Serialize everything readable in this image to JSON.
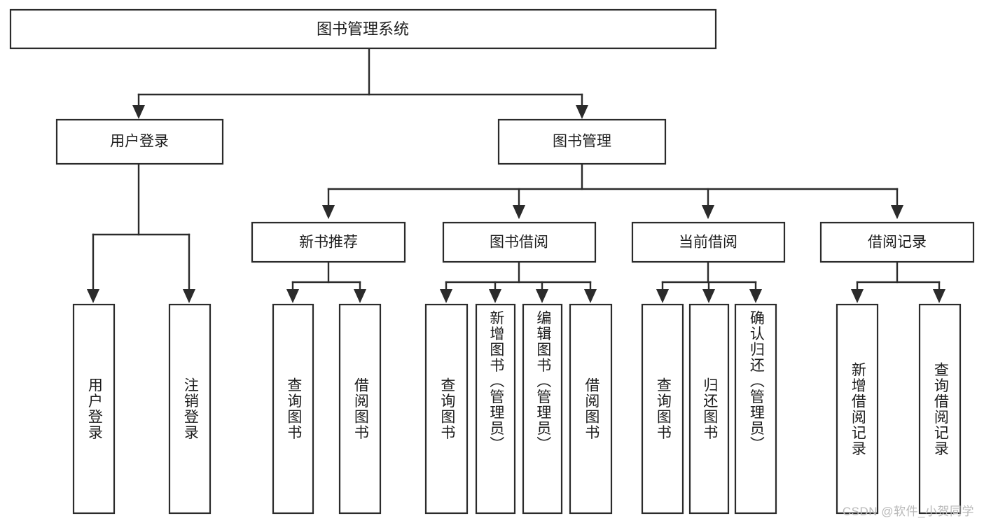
{
  "diagram": {
    "type": "tree-hierarchy",
    "title": "图书管理系统",
    "watermark": "CSDN @软件_小贺同学",
    "colors": {
      "stroke": "#2b2b2b",
      "fill": "#ffffff",
      "text": "#1d1d1d",
      "watermark": "#b9b9b9"
    },
    "root": {
      "label": "图书管理系统"
    },
    "level2": [
      {
        "label": "用户登录"
      },
      {
        "label": "图书管理"
      }
    ],
    "level3": [
      {
        "label": "新书推荐"
      },
      {
        "label": "图书借阅"
      },
      {
        "label": "当前借阅"
      },
      {
        "label": "借阅记录"
      }
    ],
    "leaves": {
      "user_login": [
        {
          "label": "用户登录"
        },
        {
          "label": "注销登录"
        }
      ],
      "new_book_recommend": [
        {
          "label": "查询图书"
        },
        {
          "label": "借阅图书"
        }
      ],
      "book_borrow": [
        {
          "label": "查询图书"
        },
        {
          "label": "新增图书（管理员）"
        },
        {
          "label": "编辑图书（管理员）"
        },
        {
          "label": "借阅图书"
        }
      ],
      "current_borrow": [
        {
          "label": "查询图书"
        },
        {
          "label": "归还图书"
        },
        {
          "label": "确认归还（管理员）"
        }
      ],
      "borrow_records": [
        {
          "label": "新增借阅记录"
        },
        {
          "label": "查询借阅记录"
        }
      ]
    }
  }
}
